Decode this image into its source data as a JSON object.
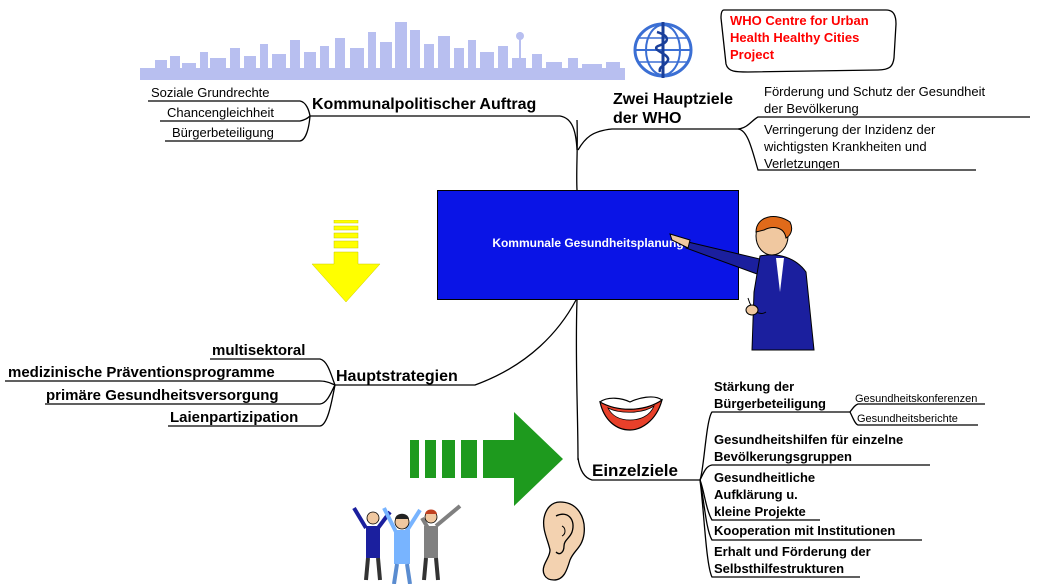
{
  "central": {
    "label": "Kommunale Gesundheitsplanung",
    "color": "#0a14e6"
  },
  "who_centre": {
    "lines": [
      "WHO Centre for Urban",
      "Health Healthy Cities",
      "Project"
    ],
    "color": "#ff0000"
  },
  "mandate": {
    "title": "Kommunalpolitischer Auftrag",
    "items": [
      "Soziale Grundrechte",
      "Chancengleichheit",
      "Bürgerbeteiligung"
    ]
  },
  "who_goals": {
    "title_lines": [
      "Zwei Hauptziele",
      "der WHO"
    ],
    "items": [
      {
        "lines": [
          "Förderung und Schutz der Gesundheit",
          "der Bevölkerung"
        ]
      },
      {
        "lines": [
          "Verringerung der Inzidenz der",
          "wichtigsten Krankheiten und",
          "Verletzungen"
        ]
      }
    ]
  },
  "strategies": {
    "title": "Hauptstrategien",
    "items": [
      "multisektoral",
      "medizinische Präventionsprogramme",
      "primäre Gesundheitsversorgung",
      "Laienpartizipation"
    ]
  },
  "goals": {
    "title": "Einzelziele",
    "items": [
      {
        "lines": [
          "Stärkung der",
          "Bürgerbeteiligung"
        ],
        "sub": [
          "Gesundheitskonferenzen",
          "Gesundheitsberichte"
        ]
      },
      {
        "lines": [
          "Gesundheitshilfen für einzelne",
          "Bevölkerungsgruppen"
        ]
      },
      {
        "lines": [
          "Gesundheitliche",
          "Aufklärung u.",
          "kleine Projekte"
        ]
      },
      {
        "lines": [
          "Kooperation mit Institutionen"
        ]
      },
      {
        "lines": [
          "Erhalt und Förderung der",
          "Selbsthilfestrukturen"
        ]
      }
    ]
  },
  "colors": {
    "skyline": "#b8bff0",
    "arrow_yellow": "#ffff00",
    "arrow_green": "#1e9a1e",
    "who_blue": "#3b6fd4"
  },
  "icons": [
    "city-skyline-icon",
    "who-emblem-icon",
    "pointing-man-icon",
    "yellow-down-arrow-icon",
    "green-right-arrow-icon",
    "smiling-mouth-icon",
    "ear-icon",
    "cheering-people-icon"
  ]
}
